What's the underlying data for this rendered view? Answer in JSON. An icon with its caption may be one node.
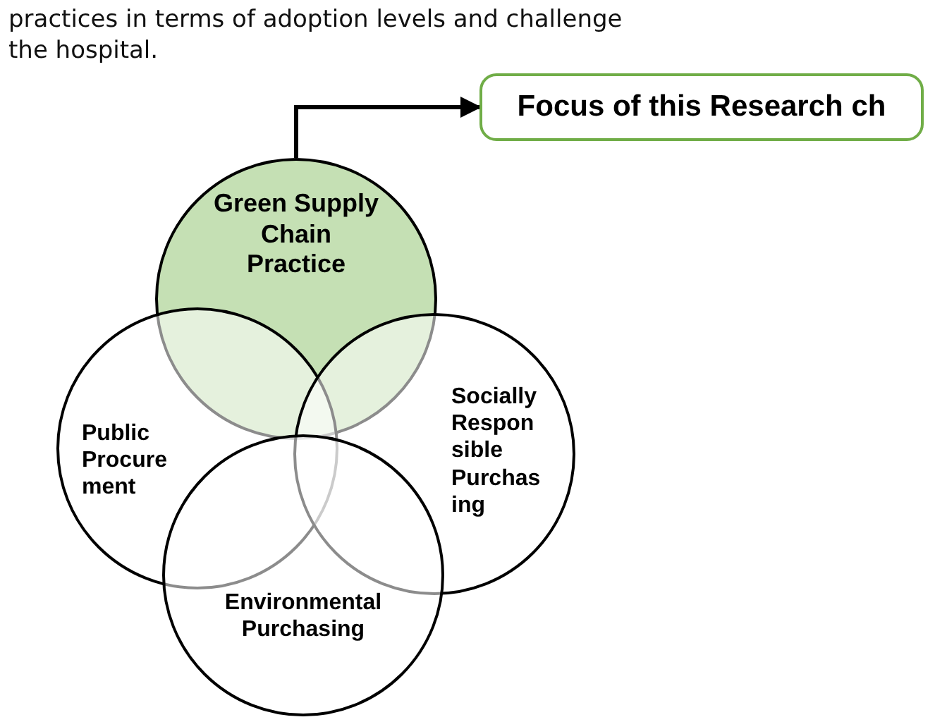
{
  "diagram": {
    "nodes": [
      {
        "text": [
          "Focus of this Research ch"
        ]
      },
      {
        "text": [
          "Green Supply Chain Practice"
        ]
      },
      {
        "text": [
          "Public Procure ment"
        ]
      },
      {
        "text": [
          "Socially Respon sible Purchas ing"
        ]
      },
      {
        "text": [
          "Environmental Purchasing"
        ]
      }
    ],
    "edges": [
      {
        "from": 1,
        "to": 0,
        "arrow": "to"
      }
    ],
    "labels": [
      "practices in terms of adoption levels and challenge",
      "the hospital."
    ]
  }
}
